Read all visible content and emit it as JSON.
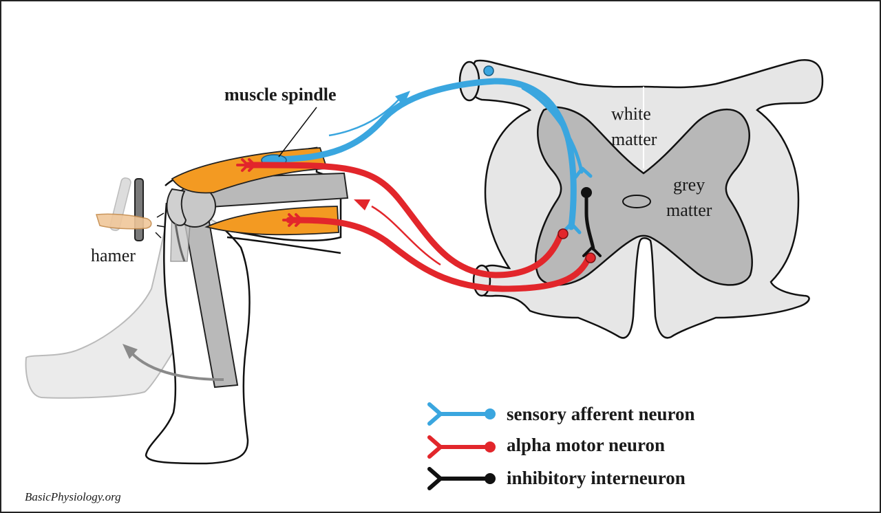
{
  "labels": {
    "muscle_spindle": "muscle spindle",
    "white_matter_1": "white",
    "white_matter_2": "matter",
    "grey_matter_1": "grey",
    "grey_matter_2": "matter",
    "hammer": "hamer"
  },
  "legend": [
    {
      "label": "sensory afferent neuron",
      "color": "#3aa6df"
    },
    {
      "label": "alpha motor neuron",
      "color": "#e2262b"
    },
    {
      "label": "inhibitory interneuron",
      "color": "#111111"
    }
  ],
  "credit": "BasicPhysiology.org",
  "colors": {
    "sensory": "#3aa6df",
    "motor": "#e2262b",
    "interneuron": "#111111",
    "muscle": "#f39a22",
    "bone": "#bdbdbd",
    "cord_outer": "#e8e8e8",
    "cord_grey": "#b5b5b5"
  }
}
